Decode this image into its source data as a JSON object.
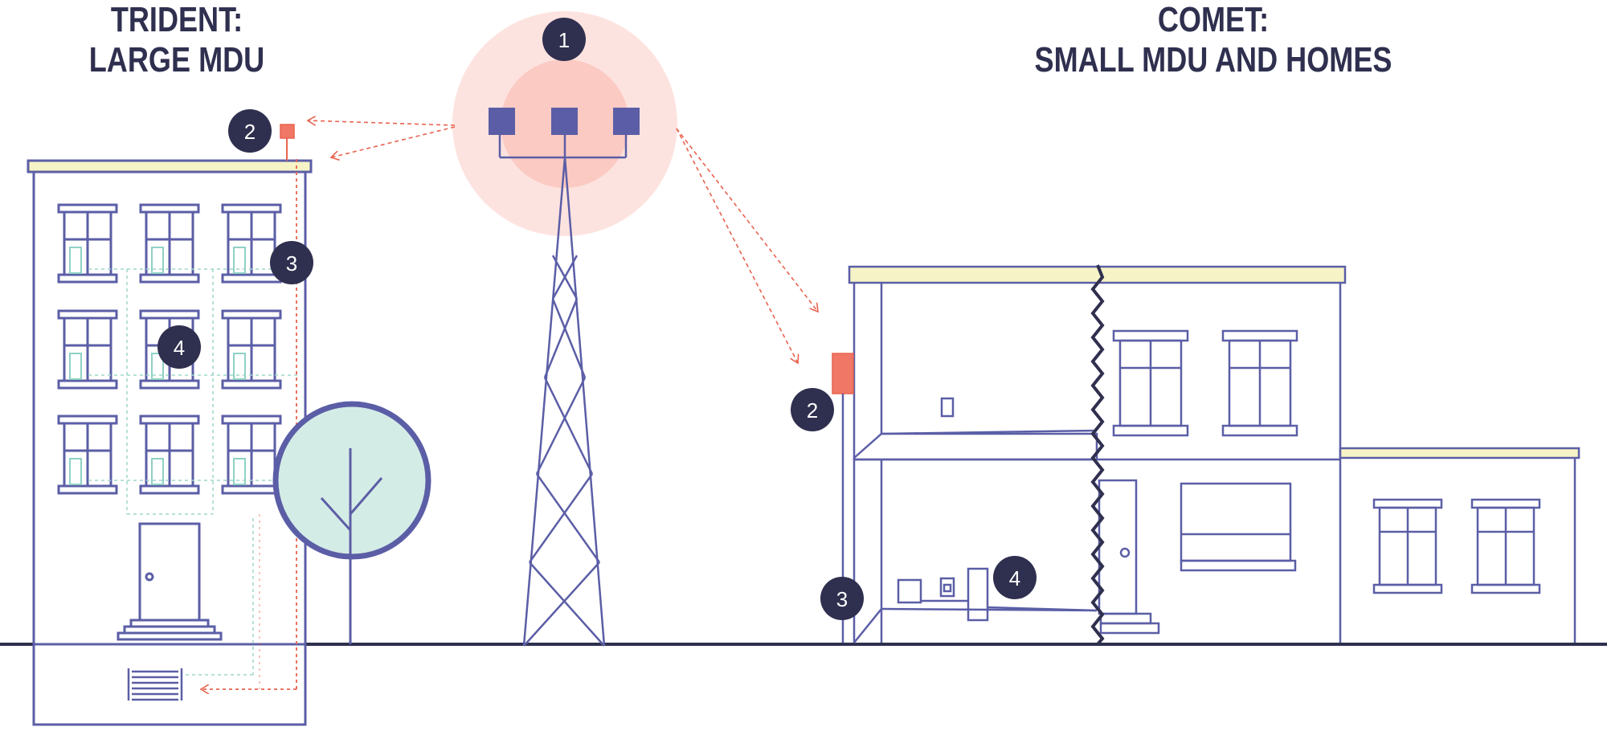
{
  "titles": {
    "left": {
      "line1": "TRIDENT:",
      "line2": "LARGE MDU"
    },
    "right": {
      "line1": "COMET:",
      "line2": "SMALL MDU AND HOMES"
    }
  },
  "badges": {
    "tower": "1",
    "trident_antenna": "2",
    "trident_riser": "3",
    "trident_floor": "4",
    "comet_antenna": "2",
    "comet_entry": "3",
    "comet_router": "4"
  },
  "colors": {
    "ink": "#5b5ea6",
    "outline": "#3d3d5c",
    "badge": "#2f2f4f",
    "signal": "#e8634f",
    "roof": "#f6f3c6",
    "tree": "#d4ece6",
    "glow_outer": "#fde3df",
    "glow_inner": "#fbcac3"
  },
  "icons": [
    "cell-tower",
    "radio-antenna",
    "tree",
    "building",
    "house"
  ]
}
